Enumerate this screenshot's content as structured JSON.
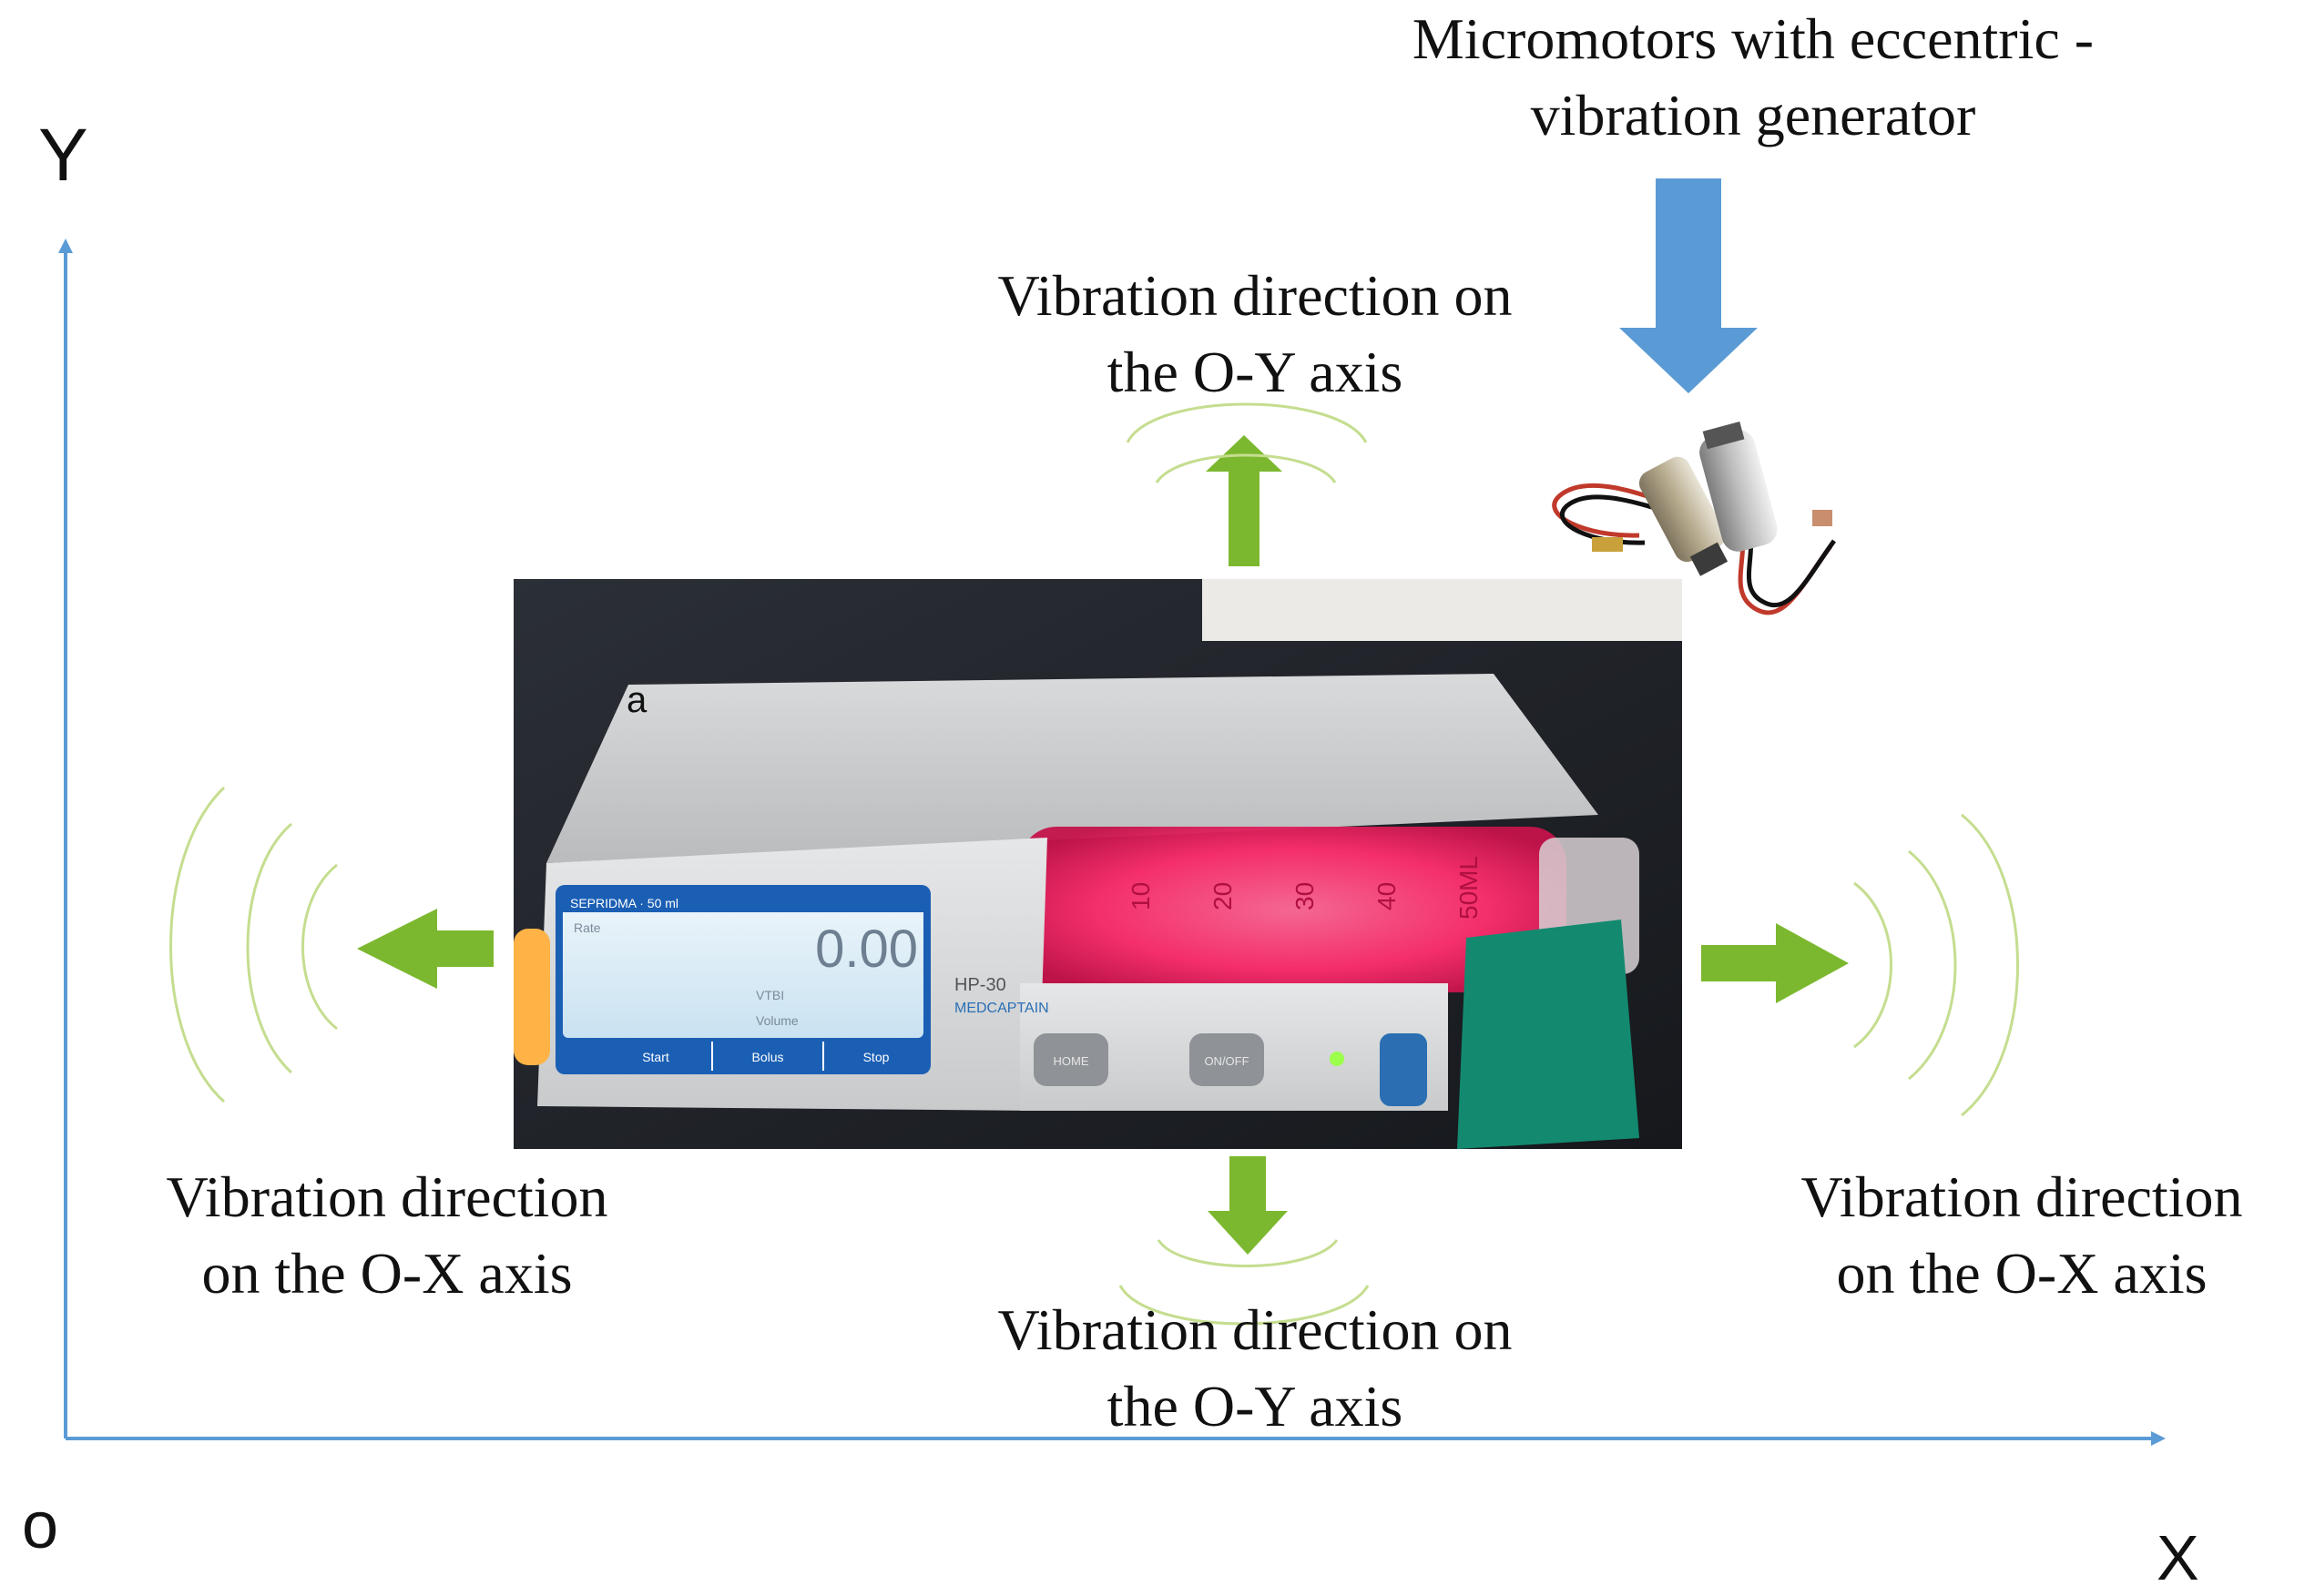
{
  "axes": {
    "y_label": "Y",
    "x_label": "X",
    "origin_label": "o",
    "color": "#5b9bd5"
  },
  "motor_caption": {
    "line1": "Micromotors with eccentric -",
    "line2": "vibration generator"
  },
  "labels": {
    "top": {
      "line1": "Vibration direction on",
      "line2": "the O-Y axis"
    },
    "bottom": {
      "line1": "Vibration direction on",
      "line2": "the O-Y axis"
    },
    "left": {
      "line1": "Vibration direction",
      "line2": "on the O-X axis"
    },
    "right": {
      "line1": "Vibration direction",
      "line2": "on the O-X axis"
    }
  },
  "pump_photo": {
    "panel_letter": "a",
    "screen_header": "SEPRIDMA · 50 ml",
    "screen_rate_label": "Rate",
    "screen_value": "0.00",
    "screen_vtbi": "VTBI",
    "screen_volume": "Volume",
    "softkeys": [
      "Start",
      "Bolus",
      "Stop"
    ],
    "model": "HP-30",
    "brand": "MEDCAPTAIN",
    "buttons": [
      "HOME",
      "ON/OFF"
    ],
    "syringe_marks": [
      "10",
      "20",
      "30",
      "40",
      "50ML"
    ]
  },
  "colors": {
    "arrow_green": "#7cb82f",
    "wave_green": "#c5dd8f",
    "motor_arrow_blue": "#5b9bd5",
    "syringe_glow": "#ff2f6e"
  }
}
